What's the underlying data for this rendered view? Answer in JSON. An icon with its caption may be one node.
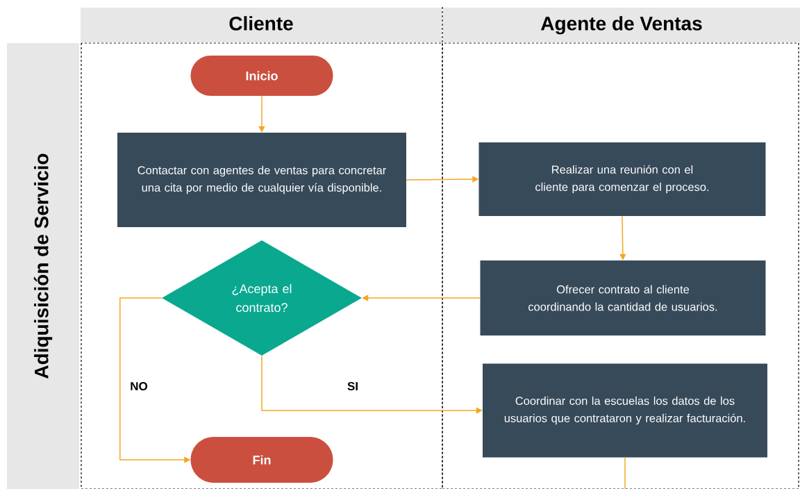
{
  "diagram": {
    "nodes": [
      {
        "text": [
          "Cliente"
        ]
      },
      {
        "text": [
          "Agente de Ventas"
        ]
      },
      {
        "text": [
          "Adiquisición de Servicio"
        ]
      },
      {
        "text": [
          "Inicio"
        ]
      },
      {
        "text": [
          "Contactar con agentes de ventas para concretar una cita por medio de cualquier vía disponible."
        ]
      },
      {
        "text": [
          "Realizar una reunión con el cliente para comenzar el proceso."
        ]
      },
      {
        "text": [
          "Ofrecer contrato al cliente coordinando la cantidad de usuarios."
        ]
      },
      {
        "text": [
          "¿Acepta el contrato?"
        ]
      },
      {
        "text": [
          "Coordinar con la escuelas los datos de los usuarios que contrataron y realizar facturación."
        ]
      },
      {
        "text": [
          "Fin"
        ]
      }
    ],
    "edges": [
      {
        "from": 3,
        "to": 4,
        "arrow": "to"
      },
      {
        "from": 4,
        "to": 5,
        "arrow": "to"
      },
      {
        "from": 5,
        "to": 6,
        "arrow": "to"
      },
      {
        "from": 6,
        "to": 7,
        "arrow": "to"
      },
      {
        "from": 7,
        "to": 9,
        "arrow": "to",
        "label": "NO"
      },
      {
        "from": 7,
        "to": 8,
        "arrow": "to",
        "label": "SI"
      },
      {
        "from": 8,
        "to": null,
        "arrow": "none"
      }
    ]
  }
}
